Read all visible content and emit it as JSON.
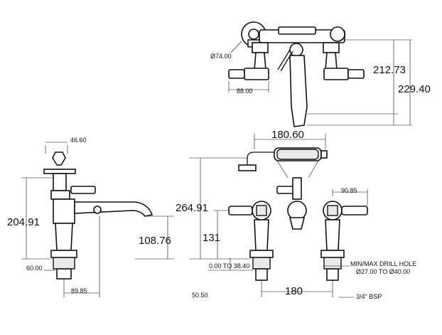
{
  "dimensions": {
    "top_diameter": "Ø74.00",
    "top_width": "88.00",
    "top_height_short": "212.73",
    "top_height_tall": "229.40",
    "side_width": "46.60",
    "side_height": "204.91",
    "spout_height": "108.76",
    "side_base": "60.00",
    "side_depth": "89.85",
    "front_top_width": "180.60",
    "handle_width": "90.85",
    "front_height": "264.91",
    "front_mid_height": "131",
    "deck_range": "0.00 TO 38.40",
    "front_base": "50.50",
    "centers": "180",
    "drill_hole_line1": "MIN/MAX DRILL HOLE",
    "drill_hole_line2": "Ø27.00 TO Ø40.00",
    "bsp": "3/4\" BSP"
  }
}
